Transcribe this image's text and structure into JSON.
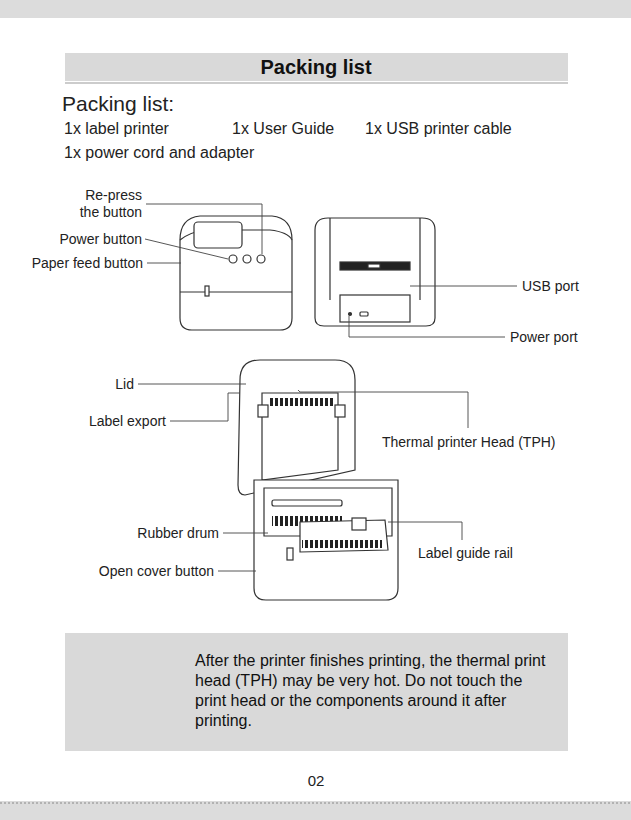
{
  "diagram": {
    "title": "Packing list",
    "nodes": [
      {
        "text": [
          "After the printer finishes printing, the thermal print head (TPH) may be very hot. Do not touch the print head or the components around it after printing."
        ]
      }
    ],
    "labels": [
      "Packing list:",
      "1x label printer",
      "1x User Guide",
      "1x USB printer cable",
      "1x power cord and adapter",
      "Re-press the button",
      "Power button",
      "Paper feed button",
      "USB port",
      "Power port",
      "Lid",
      "Label export",
      "Thermal printer Head (TPH)",
      "Rubber drum",
      "Label guide rail",
      "Open cover button",
      "02"
    ]
  }
}
